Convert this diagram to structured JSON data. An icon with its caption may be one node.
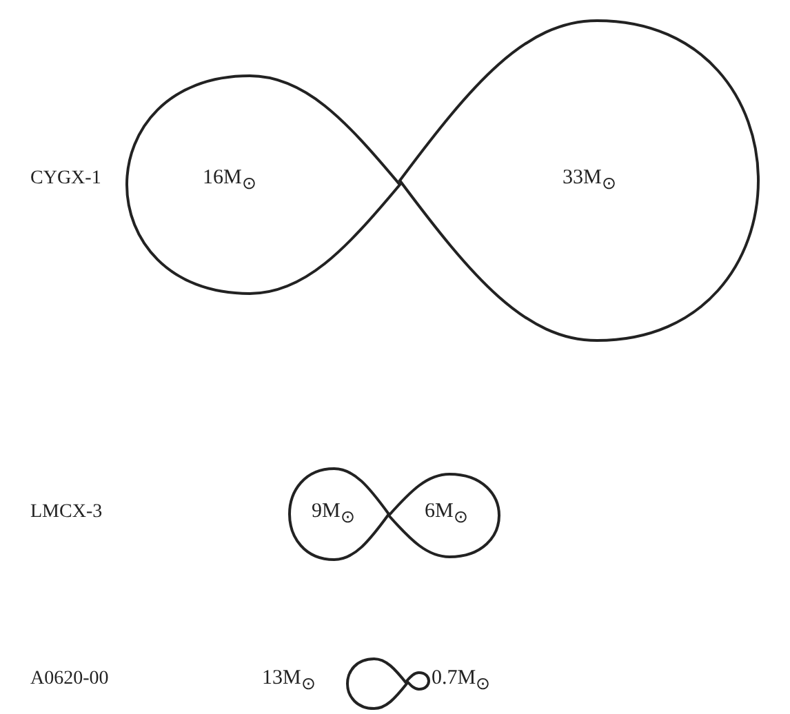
{
  "diagram": {
    "nodes": [
      {
        "text": [
          "16M$_{⊙}$"
        ]
      },
      {
        "text": [
          "33M$_{⊙}$"
        ]
      },
      {
        "text": [
          "9M$_{⊙}$"
        ]
      },
      {
        "text": [
          "6M$_{⊙}$"
        ]
      },
      {
        "text": [],
        "shape": "teardrop",
        "beside": [
          "13M$_{⊙}$"
        ]
      },
      {
        "text": [],
        "shape": "teardrop",
        "beside": [
          "0.7M$_{⊙}$"
        ]
      }
    ],
    "labels": [
      "CYGX-1",
      "LMCX-3",
      "A0620-00"
    ]
  }
}
